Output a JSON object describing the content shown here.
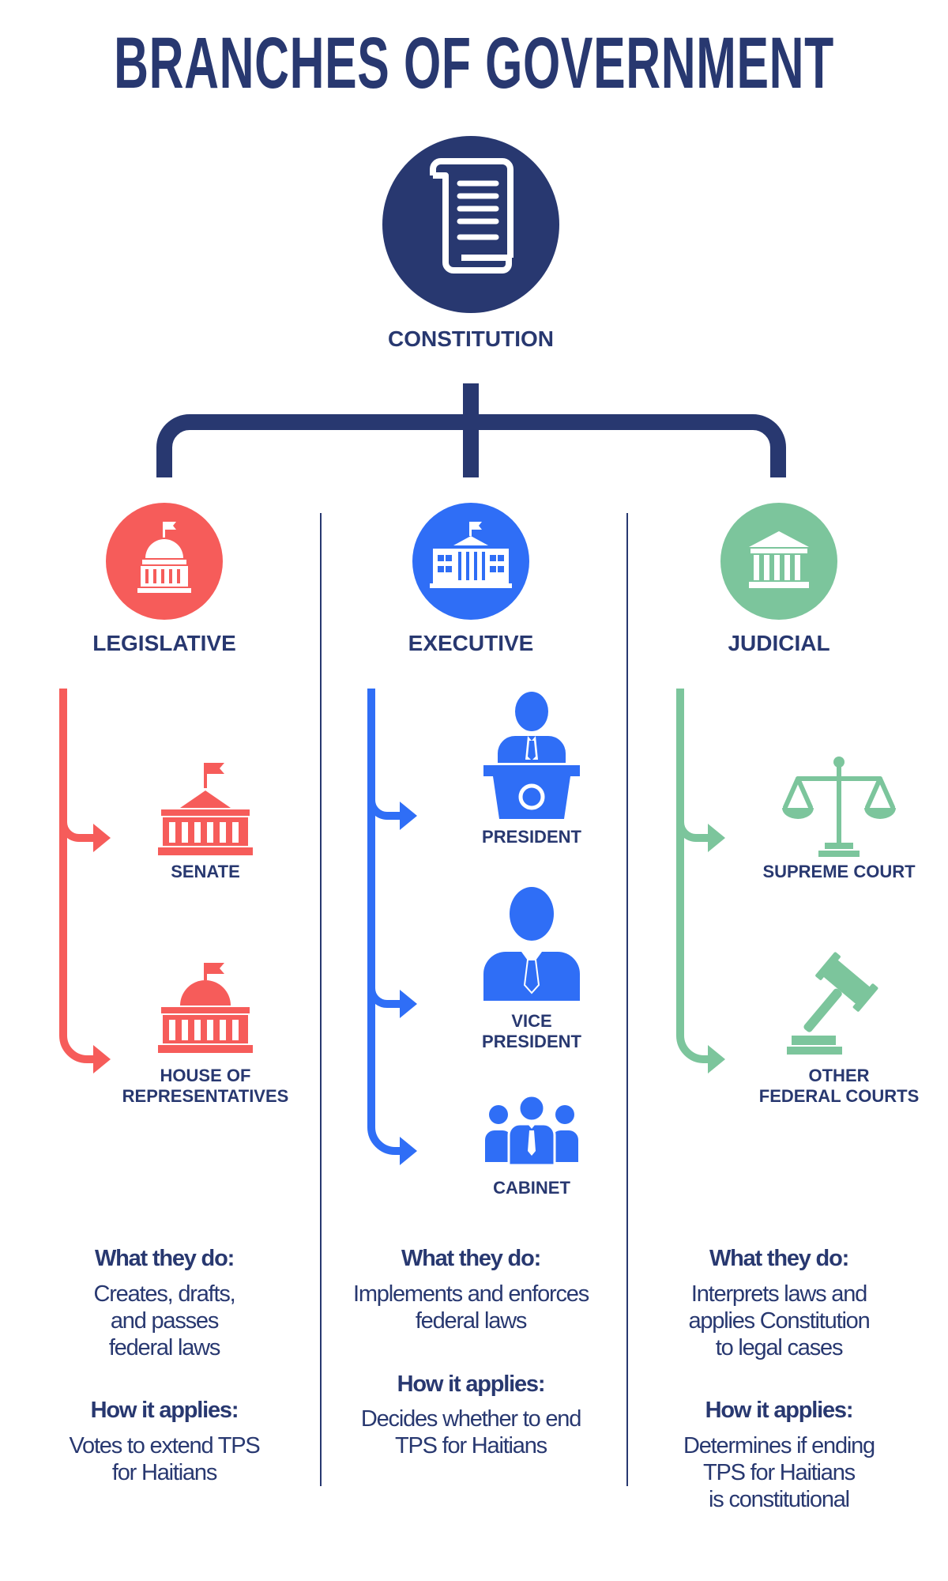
{
  "title": "BRANCHES OF GOVERNMENT",
  "root": {
    "label": "CONSTITUTION",
    "icon": "scroll-icon"
  },
  "colors": {
    "navy": "#283870",
    "legislative": "#F65C5A",
    "executive": "#2F6EF6",
    "judicial": "#7CC59C"
  },
  "branches": [
    {
      "label": "LEGISLATIVE",
      "icon": "capitol-icon",
      "members": [
        {
          "label_lines": [
            "SENATE"
          ],
          "icon": "senate-building-icon"
        },
        {
          "label_lines": [
            "HOUSE OF",
            "REPRESENTATIVES"
          ],
          "icon": "house-building-icon"
        }
      ],
      "what_heading": "What they do:",
      "what_lines": [
        "Creates, drafts,",
        "and passes",
        "federal laws"
      ],
      "how_heading": "How it applies:",
      "how_lines": [
        "Votes to extend TPS",
        "for Haitians"
      ]
    },
    {
      "label": "EXECUTIVE",
      "icon": "white-house-icon",
      "members": [
        {
          "label_lines": [
            "PRESIDENT"
          ],
          "icon": "president-podium-icon"
        },
        {
          "label_lines": [
            "VICE",
            "PRESIDENT"
          ],
          "icon": "vice-president-icon"
        },
        {
          "label_lines": [
            "CABINET"
          ],
          "icon": "cabinet-group-icon"
        }
      ],
      "what_heading": "What they do:",
      "what_lines": [
        "Implements and enforces",
        "federal laws"
      ],
      "how_heading": "How it applies:",
      "how_lines": [
        "Decides whether to end",
        "TPS for Haitians"
      ]
    },
    {
      "label": "JUDICIAL",
      "icon": "courthouse-icon",
      "members": [
        {
          "label_lines": [
            "SUPREME COURT"
          ],
          "icon": "scales-of-justice-icon"
        },
        {
          "label_lines": [
            "OTHER",
            "FEDERAL COURTS"
          ],
          "icon": "gavel-icon"
        }
      ],
      "what_heading": "What they do:",
      "what_lines": [
        "Interprets laws and",
        "applies Constitution",
        "to legal cases"
      ],
      "how_heading": "How it applies:",
      "how_lines": [
        "Determines if ending",
        "TPS for Haitians",
        "is constitutional"
      ]
    }
  ]
}
